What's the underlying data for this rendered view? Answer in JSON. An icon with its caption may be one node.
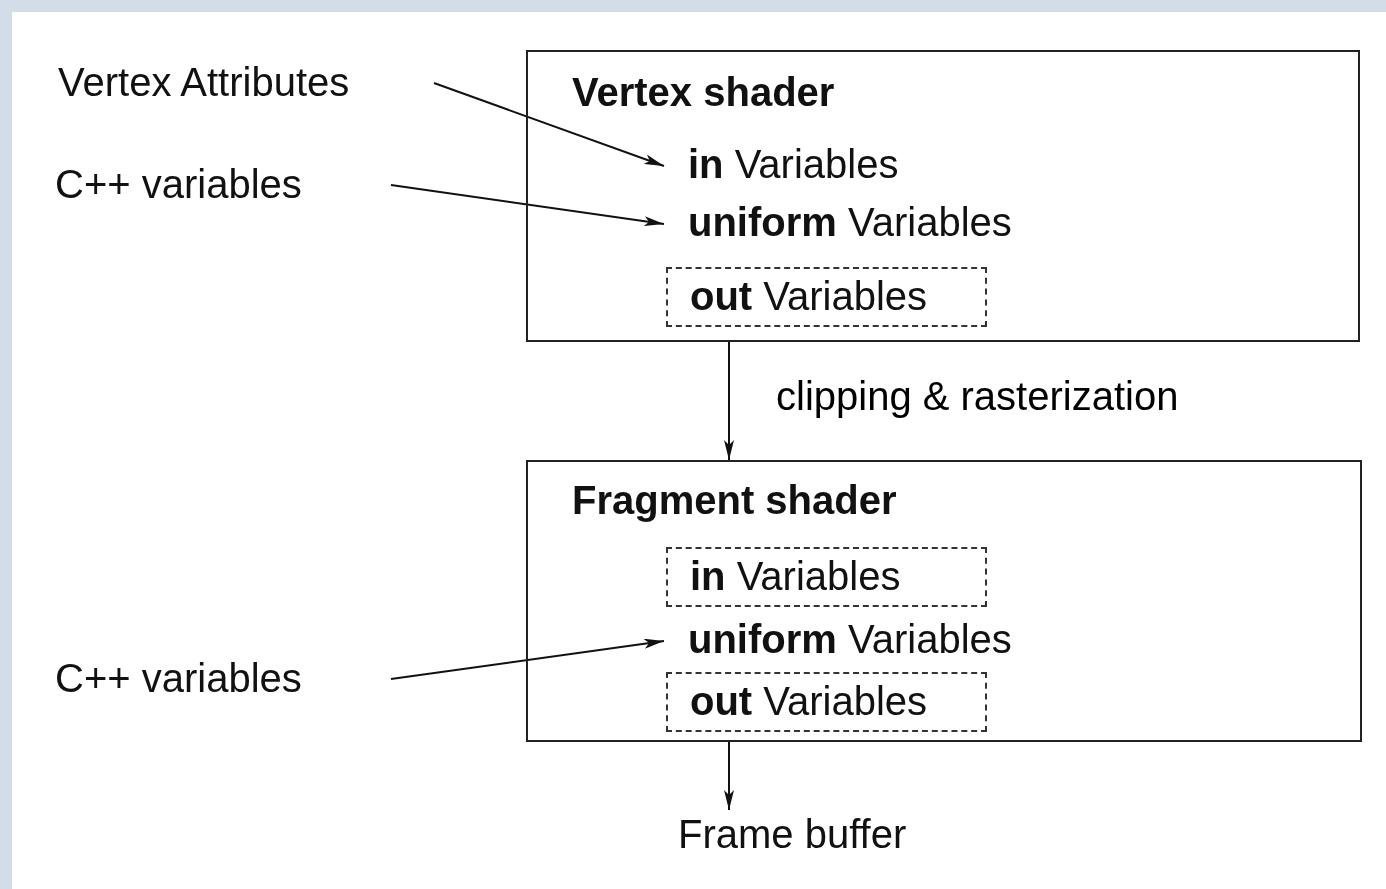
{
  "diagram": {
    "nodes": [
      {
        "text": [
          "Vertex Attributes"
        ]
      },
      {
        "text": [
          "C++ variables"
        ]
      },
      {
        "text": [
          "Vertex shader"
        ]
      },
      {
        "text": [
          "**in** Variables"
        ],
        "in": 2
      },
      {
        "text": [
          "**uniform** Variables"
        ],
        "in": 2
      },
      {
        "text": [
          "**out** Variables"
        ],
        "in": 2
      },
      {
        "text": [
          "Fragment shader"
        ]
      },
      {
        "text": [
          "**in** Variables"
        ],
        "in": 6
      },
      {
        "text": [
          "**uniform** Variables"
        ],
        "in": 6
      },
      {
        "text": [
          "**out** Variables"
        ],
        "in": 6
      },
      {
        "text": [
          "C++ variables"
        ]
      },
      {
        "text": [
          "Frame buffer"
        ]
      }
    ],
    "edges": [
      {
        "from": 0,
        "to": 3,
        "arrow": "to"
      },
      {
        "from": 1,
        "to": 4,
        "arrow": "to"
      },
      {
        "from": 2,
        "to": 6,
        "arrow": "to",
        "label": "clipping & rasterization"
      },
      {
        "from": 10,
        "to": 8,
        "arrow": "to"
      },
      {
        "from": 6,
        "to": 11,
        "arrow": "to"
      }
    ]
  }
}
